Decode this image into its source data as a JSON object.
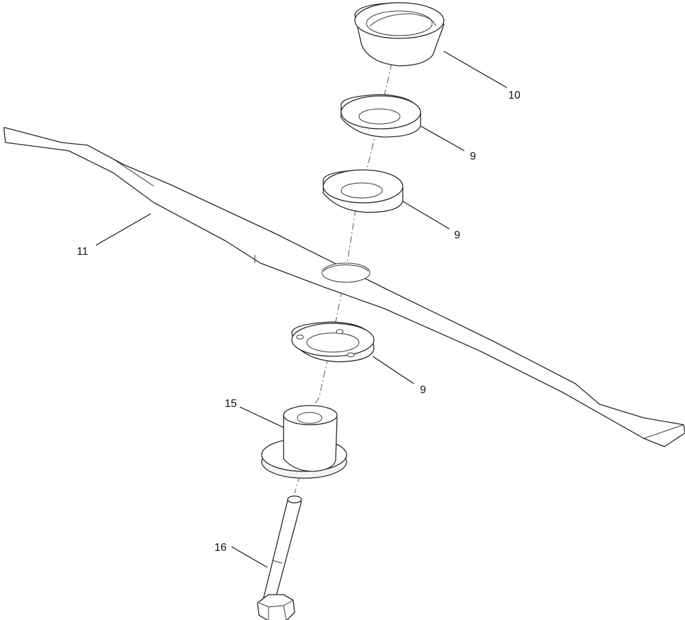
{
  "callouts": {
    "part_10": "10",
    "part_9_upper": "9",
    "part_9_middle": "9",
    "part_9_lower": "9",
    "part_11": "11",
    "part_15": "15",
    "part_16": "16"
  }
}
